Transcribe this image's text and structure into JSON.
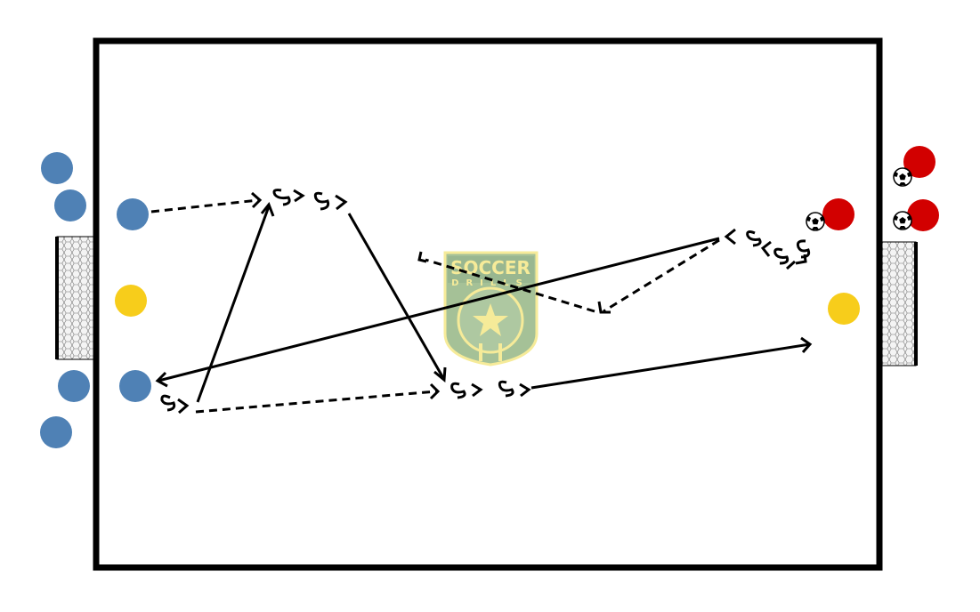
{
  "diagram": {
    "logo": {
      "title": "SOCCER",
      "subtitle": "DRILLS",
      "color": "#f3e36f",
      "shield_color": "#6f9a62"
    },
    "colors": {
      "blue_team": "#4f81b5",
      "red_team": "#d20000",
      "neutral": "#f7cd1b",
      "field_line": "#000000",
      "net_fill": "#f2f2f2"
    },
    "players": [
      {
        "id": "blue-1",
        "team": "blue"
      },
      {
        "id": "blue-2",
        "team": "blue"
      },
      {
        "id": "blue-3",
        "team": "blue"
      },
      {
        "id": "blue-4",
        "team": "blue"
      },
      {
        "id": "blue-5",
        "team": "blue"
      },
      {
        "id": "blue-6",
        "team": "blue"
      },
      {
        "id": "red-1",
        "team": "red"
      },
      {
        "id": "red-2",
        "team": "red"
      },
      {
        "id": "red-3",
        "team": "red"
      },
      {
        "id": "yellow-1",
        "team": "neutral"
      },
      {
        "id": "yellow-2",
        "team": "neutral"
      }
    ],
    "balls": 3,
    "movements": {
      "dribble_runs": 6,
      "passes": 3,
      "shots": 2,
      "runs_off_ball": 3
    }
  }
}
